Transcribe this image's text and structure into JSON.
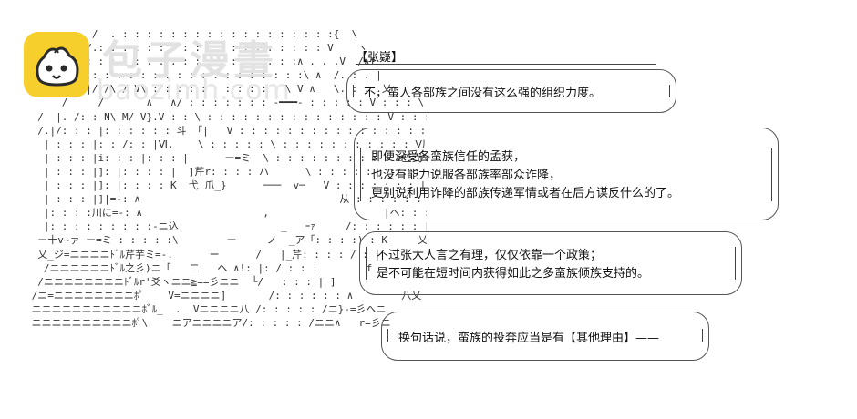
{
  "watermark": {
    "title": "包子漫畫",
    "url": "baozimh.com"
  },
  "speaker": "【张嶷】",
  "bubbles": [
    {
      "lines": [
        "不，蛮人各部族之间没有这么强的组织力度。"
      ]
    },
    {
      "lines": [
        "即便深受各蛮族信任的孟获，",
        "也没有能力说服各部族率部众诈降，",
        "更别说利用诈降的部族传递军情或者在后方谋反什么的了。"
      ]
    },
    {
      "lines": [
        "不过张大人言之有理，仅仅依靠一个政策；",
        "是不可能在短时间内获得如此之多蛮族倾族支持的。"
      ]
    },
    {
      "lines": [
        "换句话说，蛮族的投奔应当是有【其他理由】——"
      ]
    }
  ],
  "ascii_art": [
    "           /  . : : : : : : : : : : : : : : : : : :{  \\",
    "          /.: : : : : : : : : : : : : : : : : : : V    ヽ",
    "         /: : : : : : : : : : : : : : : : : :∧ . . .V  /∧f",
    "        /: : : : : : : : : : : : : : : : : : :\\ ∧  /. : . |",
    "  /   /  /|/ /\\ / V\\ : : : : : : : : : : : \\ V ∧   \\. : : .乂",
    "      /     /       ∧   ∧/ : : : : : : : -━━━- : : : : : V : : : \\ ∧",
    "  /  |. /: : N\\ M/ V}.V : : \\ : : : : : : : : : : : : : : : V : : : : : f",
    "  /.|/: : : |: : : : : : 斗 「|   V : : : : : : : : : : : : : : : : : V./: ]|",
    "   | : : : |: : /: : |Ⅵ.    \\ : : : : : \\ : : : : : : : : : : : Ⅴ川刂",
    "   | : : : |i: : : |: : : |      ー=ミ  \\ : : : : : : : : : : z竺弐ﾍ : : : : : レ//|",
    "   | : : : |]: |: : : : |  ]芹r: : : : ハ      \\ : : : : : : : : : : : : : : |: : く乂",
    "   | : : : |]: |: : : : K  弋 爪_}      ───  v─   V : : : : : : : |: : : ∧  !",
    "   | : : : |]|=-: ∧                                 从 : : : : : : | : : :",
    "   |: : : :川に=-: ∧                    ,                   |ヘ: : :/",
    "   |: : : : : : : : :-ニ込                 _   ｰｧ     /: : : : : : |.  X",
    "  ー十v~ァ ー=ミ : : : : :\\        ー     ノ  _ア「: : : :) : K     乂",
    "  乂_ジ=ニニニニﾄﾞﾙ芹芋ミ=-.      ー      /   |_芹: : : : / : |",
    "   /ニニニニニニﾄﾞﾙ之彡)ニ「   二   ヘ ∧!: |: / : : |        f",
    "  /ニニニニニニニニﾄﾞﾙr'爻ヽニニ≧==彡ニニ  └/   : : : | ]",
    " /ニ=ニニニニニニニニﾎﾟ    V=ニニニニ]       /: : : : : : ∧        八乂",
    " ニニニニニニニニニニニﾎﾞﾙ_  .  Vニニニニ八 /: : : : : /ニ}-=彡へニ",
    " ニニニニニニニニニニﾎﾟ\\    ニアニニニニア/: : : : : /ニニ∧   r=彡ニ"
  ]
}
